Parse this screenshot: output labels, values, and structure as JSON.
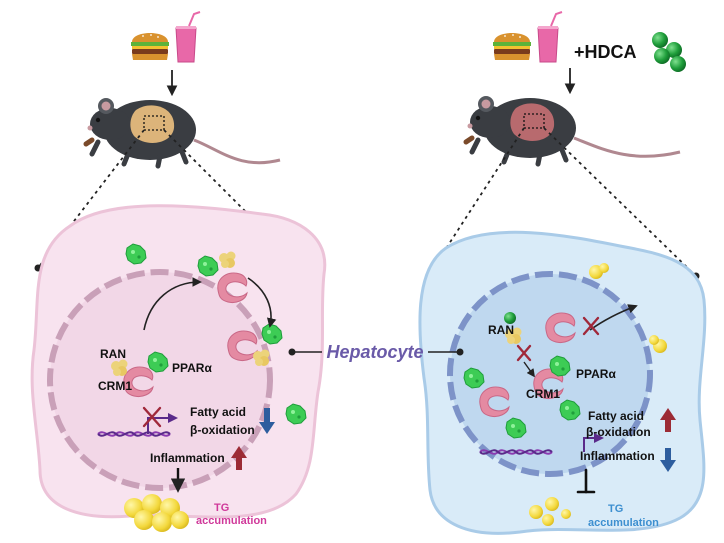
{
  "diagram": {
    "labels": {
      "treatment": "+HDCA",
      "hepatocyte": "Hepatocyte"
    },
    "left_cell": {
      "ran": "RAN",
      "crm1": "CRM1",
      "ppara": "PPARα",
      "fatty_acid": "Fatty acid",
      "beta_oxidation": "β-oxidation",
      "inflammation": "Inflammation",
      "tg_line1": "TG",
      "tg_line2": "accumulation"
    },
    "right_cell": {
      "ran": "RAN",
      "crm1": "CRM1",
      "ppara": "PPARα",
      "fatty_acid": "Fatty acid",
      "beta_oxidation": "β-oxidation",
      "inflammation": "Inflammation",
      "tg_line1": "TG",
      "tg_line2": "accumulation"
    },
    "colors": {
      "left_cell_fill": "#f8e3ef",
      "left_cell_stroke": "#ecc3d8",
      "right_cell_fill": "#d9ebf8",
      "right_cell_stroke": "#a9cbe8",
      "hepatocyte_label": "#6a5aa8",
      "tg_left": "#d0399a",
      "tg_right": "#3d8fd0",
      "up_arrow": "#9c2b35",
      "down_arrow": "#2d5d9e",
      "ppara": "#3dcc55",
      "crm1": "#e48aa2",
      "ran": "#ecd37a"
    }
  }
}
